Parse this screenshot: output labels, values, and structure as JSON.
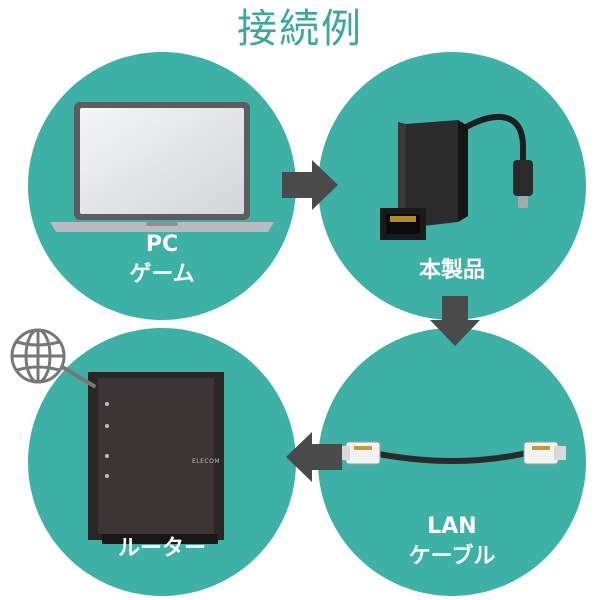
{
  "title": "接続例",
  "nodes": [
    {
      "id": "pc",
      "lines": [
        "PC",
        "ゲーム"
      ]
    },
    {
      "id": "adapter",
      "lines": [
        "本製品"
      ]
    },
    {
      "id": "cable",
      "lines": [
        "LAN",
        "ケーブル"
      ]
    },
    {
      "id": "router",
      "lines": [
        "ルーター"
      ]
    }
  ],
  "router_brand": "ELECOM",
  "colors": {
    "title": "#3aa89c",
    "circle": "#3db1a6",
    "arrow": "#4a4a4a",
    "label": "#ffffff"
  },
  "icons": [
    "laptop-icon",
    "usb-lan-adapter-icon",
    "lan-cable-icon",
    "router-icon",
    "globe-icon",
    "arrow-right-icon",
    "arrow-down-icon",
    "arrow-left-icon"
  ]
}
